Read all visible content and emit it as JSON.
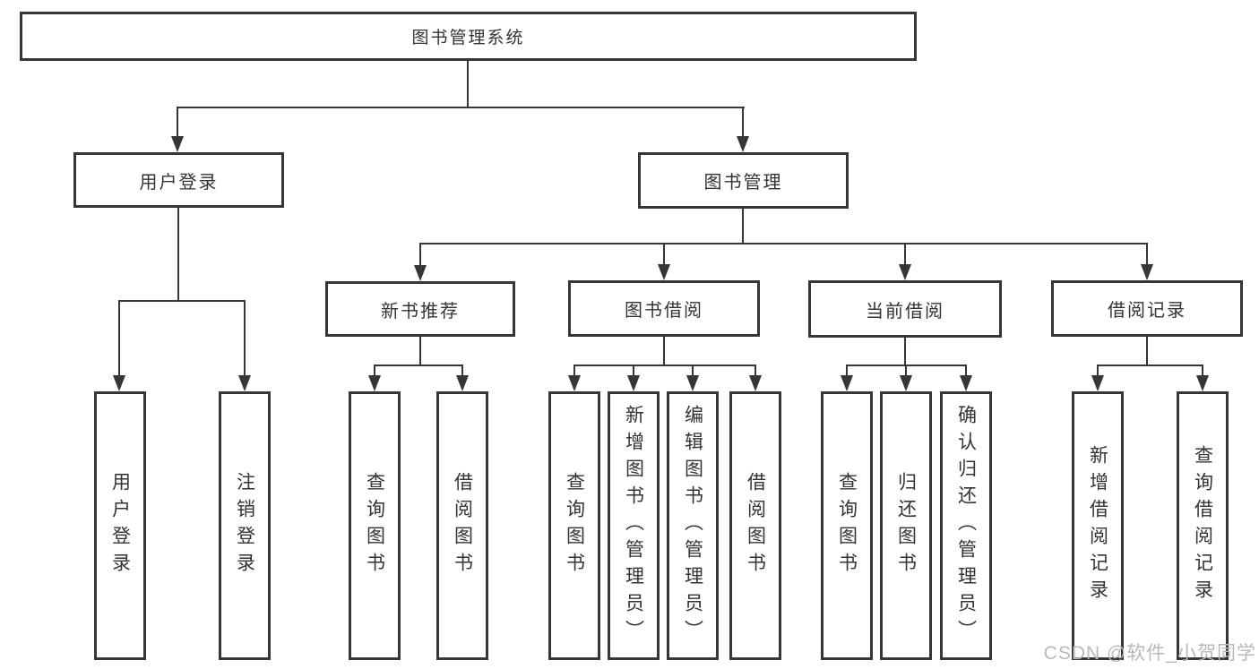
{
  "palette": {
    "line_color": "#363636",
    "text_color": "#333333",
    "background": "#ffffff",
    "watermark_color": "#b9b9b9"
  },
  "watermark": {
    "text": "CSDN @软件_小贺同学"
  },
  "diagram": {
    "type": "hierarchy-tree",
    "root": {
      "label": "图书管理系统"
    },
    "level2": [
      {
        "label": "用户登录"
      },
      {
        "label": "图书管理"
      }
    ],
    "level3": [
      {
        "label": "新书推荐",
        "parent": "图书管理"
      },
      {
        "label": "图书借阅",
        "parent": "图书管理"
      },
      {
        "label": "当前借阅",
        "parent": "图书管理"
      },
      {
        "label": "借阅记录",
        "parent": "图书管理"
      }
    ],
    "leaves": [
      {
        "label": "用户登录",
        "parent": "用户登录"
      },
      {
        "label": "注销登录",
        "parent": "用户登录"
      },
      {
        "label": "查询图书",
        "parent": "新书推荐"
      },
      {
        "label": "借阅图书",
        "parent": "新书推荐"
      },
      {
        "label": "查询图书",
        "parent": "图书借阅"
      },
      {
        "label": "新增图书（管理员）",
        "parent": "图书借阅"
      },
      {
        "label": "编辑图书（管理员）",
        "parent": "图书借阅"
      },
      {
        "label": "借阅图书",
        "parent": "图书借阅"
      },
      {
        "label": "查询图书",
        "parent": "当前借阅"
      },
      {
        "label": "归还图书",
        "parent": "当前借阅"
      },
      {
        "label": "确认归还（管理员）",
        "parent": "当前借阅"
      },
      {
        "label": "新增借阅记录",
        "parent": "借阅记录"
      },
      {
        "label": "查询借阅记录",
        "parent": "借阅记录"
      }
    ]
  }
}
